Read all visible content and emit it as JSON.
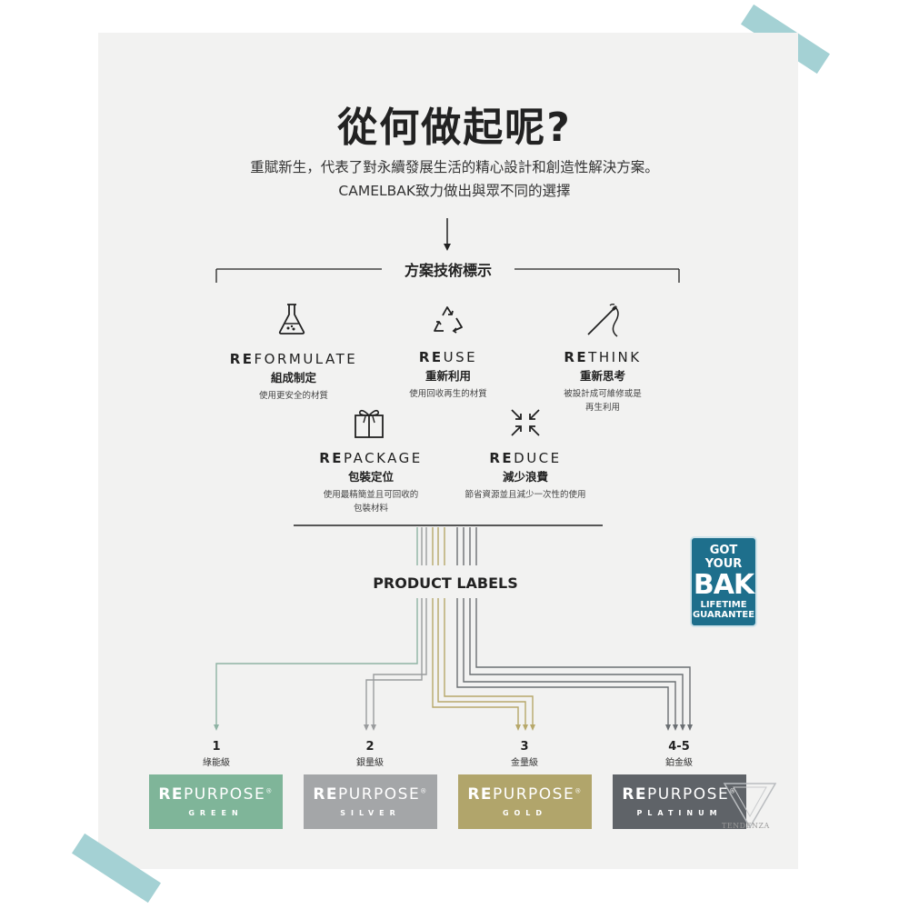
{
  "heading": {
    "title": "從何做起呢?",
    "line1": "重賦新生，代表了對永續發展生活的精心設計和創造性解決方案。",
    "line2": "CAMELBAK致力做出與眾不同的選擇"
  },
  "section_title": "方案技術標示",
  "items": [
    {
      "icon": "flask-icon",
      "prefix": "RE",
      "rest": "FORMULATE",
      "zh": "組成制定",
      "desc": "使用更安全的材質"
    },
    {
      "icon": "recycle-icon",
      "prefix": "RE",
      "rest": "USE",
      "zh": "重新利用",
      "desc": "使用回收再生的材質"
    },
    {
      "icon": "needle-icon",
      "prefix": "RE",
      "rest": "THINK",
      "zh": "重新思考",
      "desc": "被設計成可維修或是",
      "desc2": "再生利用"
    },
    {
      "icon": "gift-icon",
      "prefix": "RE",
      "rest": "PACKAGE",
      "zh": "包裝定位",
      "desc": "使用最精簡並且可回收的",
      "desc2": "包裝材料"
    },
    {
      "icon": "compress-arrows-icon",
      "prefix": "RE",
      "rest": "DUCE",
      "zh": "減少浪費",
      "desc": "節省資源並且減少一次性的使用"
    }
  ],
  "product_labels_title": "PRODUCT LABELS",
  "badge": {
    "line1": "GOT YOUR",
    "line2": "BAK",
    "line3": "LIFETIME",
    "line4": "GUARANTEE"
  },
  "levels": [
    {
      "num": "1",
      "zh": "綠能級",
      "prefix": "RE",
      "rest": "PURPOSE",
      "mark": "®",
      "tier": "GREEN",
      "color": "#7fb599"
    },
    {
      "num": "2",
      "zh": "銀量級",
      "prefix": "RE",
      "rest": "PURPOSE",
      "mark": "®",
      "tier": "SILVER",
      "color": "#a4a6a8"
    },
    {
      "num": "3",
      "zh": "金量級",
      "prefix": "RE",
      "rest": "PURPOSE",
      "mark": "®",
      "tier": "GOLD",
      "color": "#b1a56b"
    },
    {
      "num": "4-5",
      "zh": "鉑金級",
      "prefix": "RE",
      "rest": "PURPOSE",
      "mark": "®",
      "tier": "PLATINUM",
      "color": "#5f6368"
    }
  ],
  "watermark": "TENDENZA",
  "colors": {
    "green": "#8fb3a4",
    "silver": "#9a9c9e",
    "gold": "#b7a86a",
    "platinum": "#6b6f73",
    "badge": "#1e6f8c"
  }
}
